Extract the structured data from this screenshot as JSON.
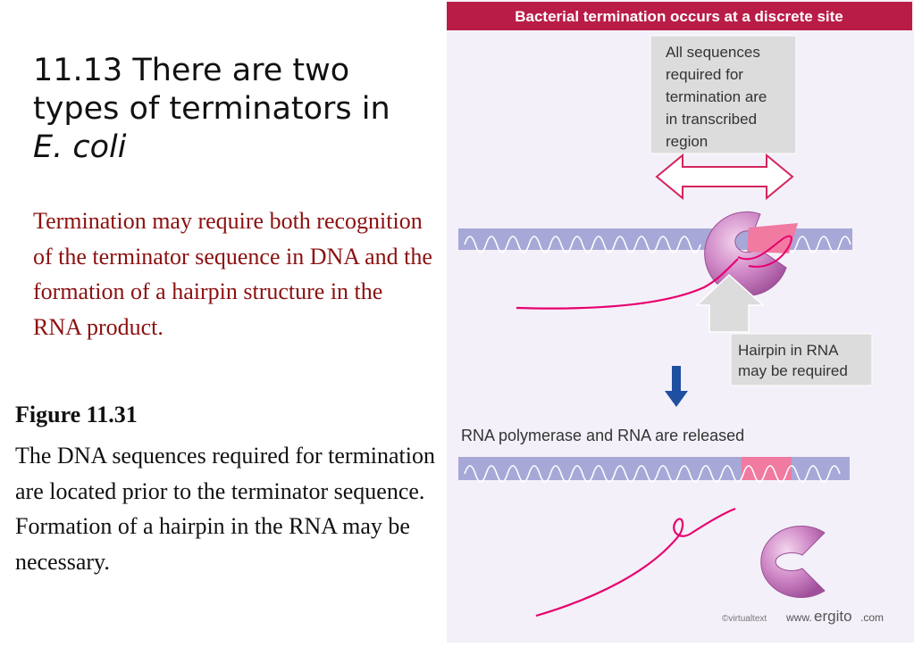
{
  "title": {
    "text": "11.13 There are two types of terminators in",
    "italic": "E. coli"
  },
  "lead": "Termination may require both recognition of the terminator sequence in DNA and the formation of a hairpin structure in the RNA product.",
  "figure": {
    "label": "Figure 11.31",
    "caption": "The DNA sequences required for termination are located prior to the terminator sequence. Formation of a hairpin in the RNA may be necessary."
  },
  "diagram": {
    "header": "Bacterial termination occurs at a discrete site",
    "callout_top": [
      "All sequences",
      "required for",
      "termination are",
      "in transcribed",
      "region"
    ],
    "callout_hairpin": [
      "Hairpin in RNA",
      "may be required"
    ],
    "released_label": "RNA polymerase and RNA are released",
    "footer_small": "©virtualtext",
    "footer_www": "www.",
    "footer_brand": "ergito",
    "footer_tld": ".com",
    "colors": {
      "header_bg": "#b91d47",
      "panel_bg": "#f3f0f9",
      "dna": "#a8a8d8",
      "rna": "#e8006e",
      "terminator": "#f07aa0",
      "polymerase": "#c07ab8",
      "arrow_down": "#1f4fa0"
    }
  }
}
